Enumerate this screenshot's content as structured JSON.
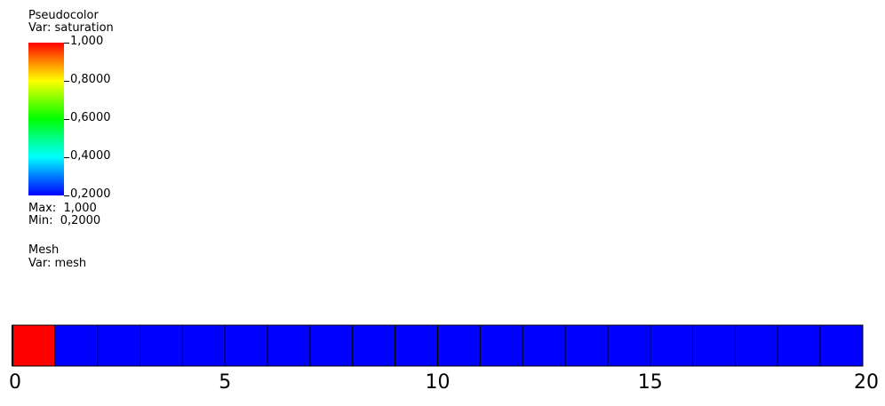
{
  "legend": {
    "plot_name": "Pseudocolor",
    "var_label": "Var: saturation",
    "ticks": [
      "1,000",
      "0,8000",
      "0,6000",
      "0,4000",
      "0,2000"
    ],
    "max_label": "Max:  1,000",
    "min_label": "Min:  0,2000",
    "mesh_name": "Mesh",
    "mesh_var_label": "Var: mesh"
  },
  "chart_data": {
    "type": "heatmap",
    "title": "",
    "xlabel": "",
    "ylabel": "",
    "xlim": [
      0,
      20
    ],
    "x_ticks": [
      0,
      5,
      10,
      15,
      20
    ],
    "x_tick_labels": [
      "0",
      "5",
      "10",
      "15",
      "20"
    ],
    "colorbar_range": [
      0.2,
      1.0
    ],
    "colors": {
      "high": "#ff0000",
      "low": "#0000ff",
      "cell_edge": "#000000"
    },
    "cells": [
      {
        "x0": 0,
        "x1": 1,
        "value": 1.0
      },
      {
        "x0": 1,
        "x1": 2,
        "value": 0.2
      },
      {
        "x0": 2,
        "x1": 3,
        "value": 0.2
      },
      {
        "x0": 3,
        "x1": 4,
        "value": 0.2
      },
      {
        "x0": 4,
        "x1": 5,
        "value": 0.2
      },
      {
        "x0": 5,
        "x1": 6,
        "value": 0.2
      },
      {
        "x0": 6,
        "x1": 7,
        "value": 0.2
      },
      {
        "x0": 7,
        "x1": 8,
        "value": 0.2
      },
      {
        "x0": 8,
        "x1": 9,
        "value": 0.2
      },
      {
        "x0": 9,
        "x1": 10,
        "value": 0.2
      },
      {
        "x0": 10,
        "x1": 11,
        "value": 0.2
      },
      {
        "x0": 11,
        "x1": 12,
        "value": 0.2
      },
      {
        "x0": 12,
        "x1": 13,
        "value": 0.2
      },
      {
        "x0": 13,
        "x1": 14,
        "value": 0.2
      },
      {
        "x0": 14,
        "x1": 15,
        "value": 0.2
      },
      {
        "x0": 15,
        "x1": 16,
        "value": 0.2
      },
      {
        "x0": 16,
        "x1": 17,
        "value": 0.2
      },
      {
        "x0": 17,
        "x1": 18,
        "value": 0.2
      },
      {
        "x0": 18,
        "x1": 19,
        "value": 0.2
      },
      {
        "x0": 19,
        "x1": 20,
        "value": 0.2
      }
    ]
  }
}
